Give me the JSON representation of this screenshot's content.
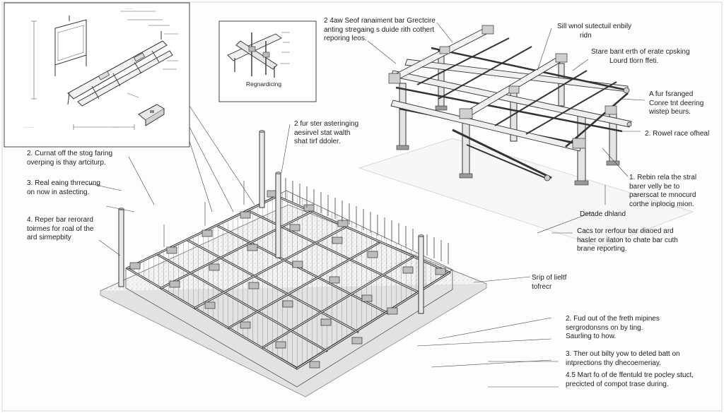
{
  "inset_top_center": {
    "caption": "Regnardicing"
  },
  "notes": {
    "top_center": [
      "2 4aw Seof ranaiment bar Grectcire",
      "anting stregaing s duide rith cothert",
      "reporing leos."
    ],
    "top_right": [
      "Sill wnol sutectuil enbily",
      "ridn"
    ],
    "right_1": [
      "Stare bant erth of erate cpsking",
      "Lourd tlorn ffeti."
    ],
    "right_2": [
      "A fur fsranged",
      "Conre tnt deering",
      "wistep beurs."
    ],
    "right_3": [
      "2. Rowel race ofheal"
    ],
    "right_4": [
      "1. Rebin rela the stral",
      "barer velly be to",
      "parerscat te mnocurd",
      "corthe inplocig mion."
    ],
    "right_5": [
      "Detade dhland"
    ],
    "right_6": [
      "Cacs tor rerfour bar diaoed ard",
      "hasler or ilaton to chate bar cuth",
      "brane reporting."
    ],
    "mid_right": [
      "Srip of lieltf",
      "tofrecr"
    ],
    "center": [
      "2 fur ster asteringing",
      "aesirvel stat walth",
      "shat tirf ddoler."
    ],
    "left_1": [
      "2. Curnat off the stog faring",
      "overping is thay artciturp."
    ],
    "left_2": [
      "3. Real eaing thrrecung",
      "on now in astecting."
    ],
    "left_3": [
      "4. Reper bar rerorard",
      "toirmes for roal of the",
      "ard sirmepbity"
    ],
    "bottom_1": [
      "2. Fud out of the freth mipines",
      "sergrodonsns on by ting.",
      "Saurling to how."
    ],
    "bottom_2": [
      "3. Ther out bilty yow to deted batt on",
      "intprections thy dhecoemeriay."
    ],
    "bottom_3": [
      "4.5 Mart fo of de ffentuld tre pocley stuct,",
      "precicted of compot trase during."
    ]
  }
}
